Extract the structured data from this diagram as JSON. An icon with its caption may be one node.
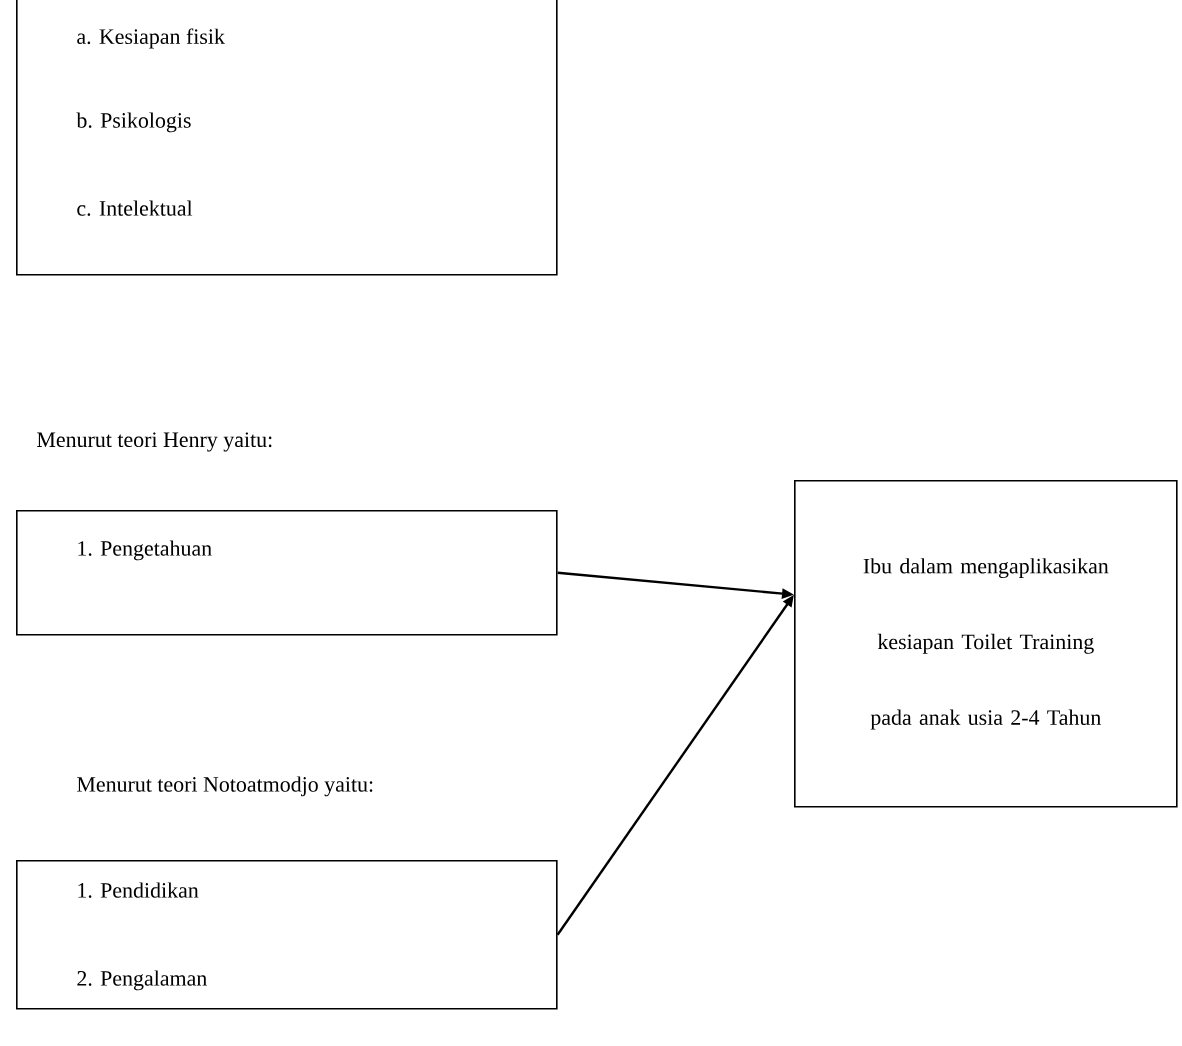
{
  "diagram": {
    "nodes": [
      {
        "text": [
          "a. Kesiapan fisik",
          "b. Psikologis",
          "c. Intelektual"
        ]
      },
      {
        "text": [
          "1. Pengetahuan"
        ]
      },
      {
        "text": [
          "1. Pendidikan",
          "2. Pengalaman"
        ]
      },
      {
        "text": [
          "Ibu dalam mengaplikasikan kesiapan Toilet Training pada anak usia 2-4 Tahun"
        ]
      }
    ],
    "edges": [
      {
        "from": 1,
        "to": 3,
        "arrow": "to"
      },
      {
        "from": 2,
        "to": 3,
        "arrow": "to"
      }
    ],
    "labels": [
      "Menurut teori Henry yaitu:",
      "Menurut teori Notoatmodjo yaitu:"
    ]
  }
}
